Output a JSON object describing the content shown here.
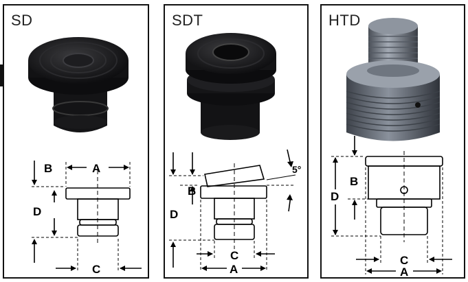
{
  "panels": [
    {
      "title": "SD",
      "labels": {
        "a": "A",
        "b": "B",
        "c": "C",
        "d": "D"
      }
    },
    {
      "title": "SDT",
      "labels": {
        "a": "A",
        "b": "B",
        "c": "C",
        "d": "D",
        "angle": "5°"
      }
    },
    {
      "title": "HTD",
      "labels": {
        "a": "A",
        "b": "B",
        "c": "C",
        "d": "D"
      }
    }
  ],
  "colors": {
    "part": "#1e1e20",
    "steel": "#6d7480",
    "line": "#000000"
  }
}
